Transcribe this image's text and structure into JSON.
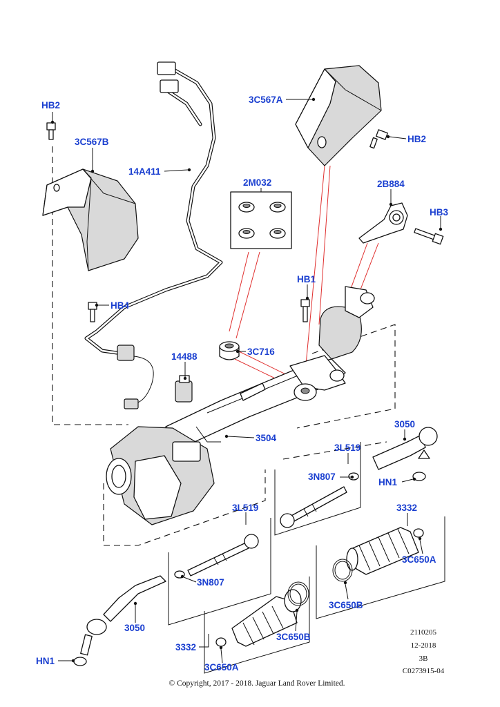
{
  "callouts": {
    "hb2_left": "HB2",
    "shield_b": "3C567B",
    "harness": "14A411",
    "shield_a": "3C567A",
    "hb2_right": "HB2",
    "bushing_kit": "2M032",
    "bracket": "2B884",
    "hb3": "HB3",
    "hb1": "HB1",
    "hb4": "HB4",
    "bushing": "3C716",
    "sensor": "14488",
    "gear": "3504",
    "tie_rod_end_right": "3050",
    "inner_rod_right": "3L519",
    "nut_right": "3N807",
    "hn1_right": "HN1",
    "inner_rod_left": "3L519",
    "boot_right": "3332",
    "clamp_right_a": "3C650A",
    "nut_left": "3N807",
    "clamp_right_b": "3C650B",
    "tie_rod_end_left": "3050",
    "boot_left": "3332",
    "clamp_left_b": "3C650B",
    "hn1_left": "HN1",
    "clamp_left_a": "3C650A"
  },
  "stamp": {
    "line1": "2110205",
    "line2": "12-2018",
    "line3": "3B",
    "line4": "C0273915-04"
  },
  "copyright": "© Copyright, 2017 - 2018. Jaguar Land Rover Limited.",
  "colors": {
    "callout": "#1a3fd0",
    "reference_line": "#e0302f",
    "line": "#111111"
  }
}
